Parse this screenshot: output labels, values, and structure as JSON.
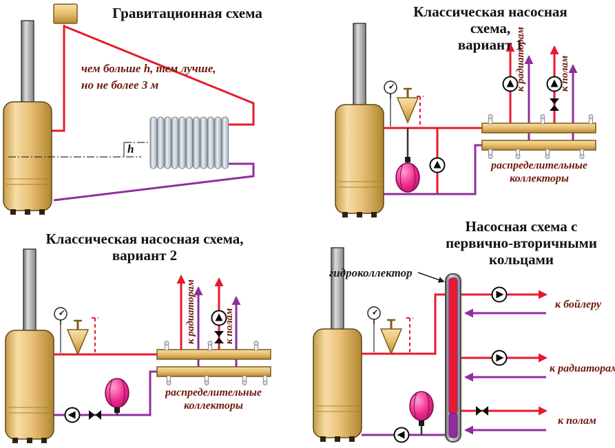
{
  "colors": {
    "red": "#e8192c",
    "purple": "#8e2f9c",
    "maroon_text": "#6f1a0e",
    "boiler_gold": "#e7bd6e",
    "tank_pink": "#ee2b8f",
    "collector_gray": "#cfc6dd"
  },
  "gravity": {
    "title": "Гравитационная схема",
    "note_line1": "чем больше h, тем лучше,",
    "note_line2": "но не более 3 м",
    "height_label": "h"
  },
  "pump1": {
    "title_line1": "Классическая насосная",
    "title_line2": "схема,",
    "title_line3": "вариант 1",
    "to_radiators": "к радиаторам",
    "to_floors": "к полам",
    "collector_line1": "распределительные",
    "collector_line2": "коллекторы"
  },
  "pump2": {
    "title_line1": "Классическая насосная схема,",
    "title_line2": "вариант 2",
    "to_radiators": "к радиаторам",
    "to_floors": "к полам",
    "collector_line1": "распределительные",
    "collector_line2": "коллекторы"
  },
  "primary_secondary": {
    "title_line1": "Насосная схема с",
    "title_line2": "первично-вторичными",
    "title_line3": "кольцами",
    "hydro_label": "гидроколлектор",
    "to_boiler": "к бойлеру",
    "to_radiators": "к радиаторам",
    "to_floors": "к полам"
  }
}
